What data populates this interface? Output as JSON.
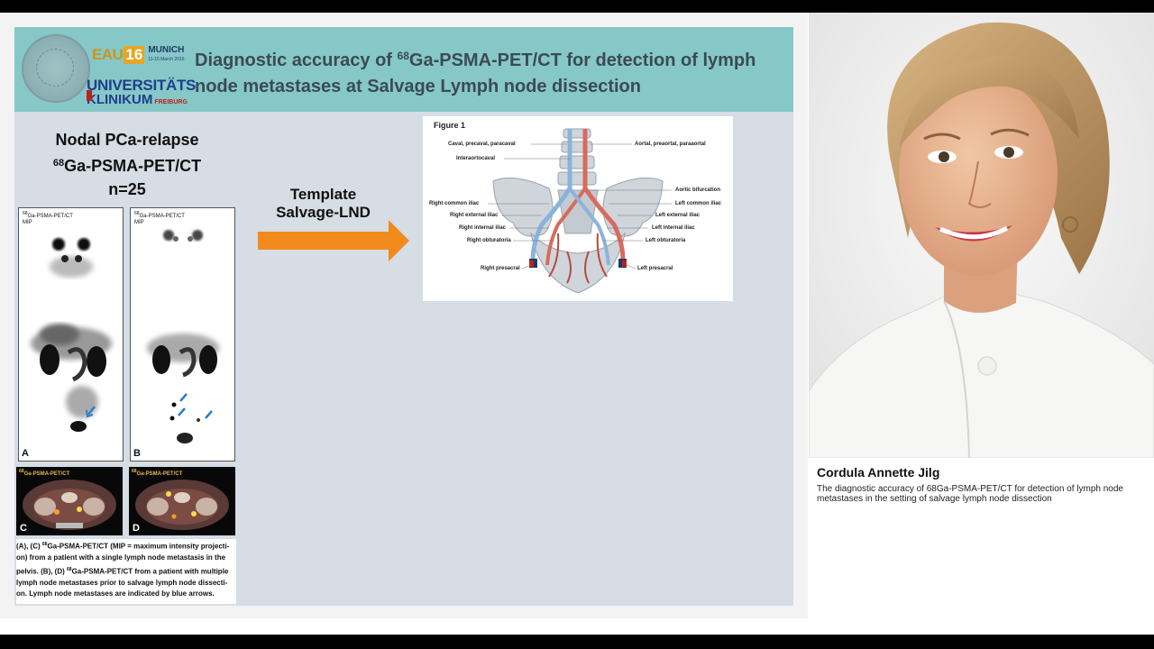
{
  "slide": {
    "title_part1": "Diagnostic accuracy of ",
    "title_sup": "68",
    "title_part2": "Ga-PSMA-PET/CT for detection of lymph node metastases at Salvage Lymph node dissection",
    "eau": {
      "prefix": "EAU",
      "number": "16",
      "city": "MUNICH",
      "dates": "11-15 March 2016"
    },
    "university": {
      "line1": "UNIVERSITÄTS",
      "line2": "KLINIKUM",
      "sub": "FREIBURG"
    },
    "nodal": {
      "line1": "Nodal PCa-relapse",
      "line2_sup": "68",
      "line2": "Ga-PSMA-PET/CT",
      "line3": "n=25"
    },
    "panels": [
      {
        "label_sup": "68",
        "label": "Ga-PSMA-PET/CT",
        "label2": "MIP",
        "letter": "A"
      },
      {
        "label_sup": "68",
        "label": "Ga-PSMA-PET/CT",
        "label2": "MIP",
        "letter": "B"
      },
      {
        "label_sup": "68",
        "label": "Ga-PSMA-PET/CT",
        "letter": "C"
      },
      {
        "label_sup": "68",
        "label": "Ga-PSMA-PET/CT",
        "letter": "D"
      }
    ],
    "caption": {
      "p1": "(A), (C) ",
      "sup1": "68",
      "p2": "Ga-PSMA-PET/CT (MIP = maximum intensity projecti- on)  from a patient with a single lymph node metastasis in the pelvis. (B), (D) ",
      "sup2": "68",
      "p3": "Ga-PSMA-PET/CT from a patient with multiple lymph node metastases prior to salvage lymph node dissecti- on. Lymph node metastases are indicated by blue arrows."
    },
    "template": {
      "line1": "Template",
      "line2": "Salvage-LND"
    },
    "figure1": {
      "title": "Figure 1",
      "labels": {
        "caval": "Caval, precaval, paracaval",
        "aortal": "Aortal, preaortal, paraaortal",
        "interaortocaval": "Interaortocaval",
        "aortic_bifurcation": "Aortic bifurcation",
        "right_common": "Right common iliac",
        "left_common": "Left common iliac",
        "right_external": "Right external iliac",
        "left_external": "Left external iliac",
        "right_internal": "Right internal iliac",
        "left_internal": "Left internal iliac",
        "right_obturatoria": "Right obturatoria",
        "left_obturatoria": "Left obturatoria",
        "right_presacral": "Right presacral",
        "left_presacral": "Left presacral"
      }
    }
  },
  "speaker": {
    "name": "Cordula Annette Jilg",
    "description": "The diagnostic accuracy of 68Ga-PSMA-PET/CT for detection of lymph node metastases in the setting of salvage lymph node dissection"
  },
  "colors": {
    "header": "#86c8c7",
    "slide_bg": "#d6dde4",
    "arrow": "#f08a1c",
    "metastasis_arrow": "#2f7fc4"
  }
}
